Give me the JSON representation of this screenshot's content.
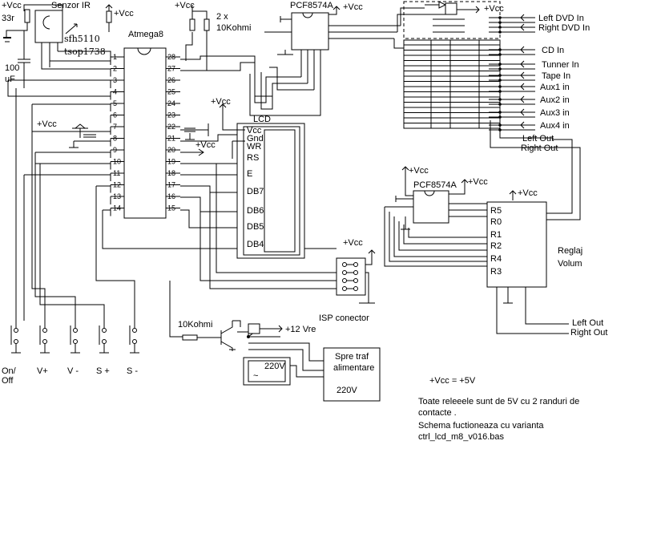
{
  "labels": {
    "vcc": "+Vcc",
    "senzor_ir": "Senzor IR",
    "r33": "33r",
    "sfh": "sfh5110",
    "tsop": "tsop1738",
    "cap100_a": "100",
    "cap100_b": "uF",
    "atmega": "Atmega8",
    "res2x_a": "2 x",
    "res2x_b": "10Kohmi",
    "pcf_top": "PCF8574A",
    "pcf_mid": "PCF8574A",
    "lcd": "LCD",
    "lcd_pins": [
      "Vcc",
      "Gnd",
      "WR",
      "RS",
      "E",
      "DB7",
      "DB6",
      "DB5",
      "DB4"
    ],
    "inputs": [
      "Left DVD In",
      "Right DVD In",
      "CD In",
      "Tunner In",
      "Tape In",
      "Aux1 in",
      "Aux2 in",
      "Aux3 in",
      "Aux4 in"
    ],
    "left_out": "Left Out",
    "right_out": "Right Out",
    "reglaj_a": "Reglaj",
    "reglaj_b": "Volum",
    "reglaj_pins": [
      "R5",
      "R0",
      "R1",
      "R2",
      "R4",
      "R3"
    ],
    "isp": "ISP conector",
    "res10k": "10Kohmi",
    "v12": "+12 Vre",
    "traf_a": "Spre traf",
    "traf_b": "alimentare",
    "traf_c": "220V",
    "v220": "220V",
    "tilde": "~",
    "buttons": [
      "On/\nOff",
      "V+",
      "V -",
      "S +",
      "S -"
    ],
    "vcc_eq": "+Vcc = +5V",
    "note": [
      "Toate releeele  sunt de 5V cu 2 randuri de",
      "contacte .",
      "Schema fuctioneaza cu  varianta",
      "ctrl_lcd_m8_v016.bas"
    ]
  },
  "atmega_left_pins": [
    "1",
    "2",
    "3",
    "4",
    "5",
    "6",
    "7",
    "8",
    "9",
    "10",
    "11",
    "12",
    "13",
    "14"
  ],
  "atmega_right_pins": [
    "28",
    "27",
    "26",
    "25",
    "24",
    "23",
    "22",
    "21",
    "20",
    "19",
    "18",
    "17",
    "16",
    "15"
  ]
}
